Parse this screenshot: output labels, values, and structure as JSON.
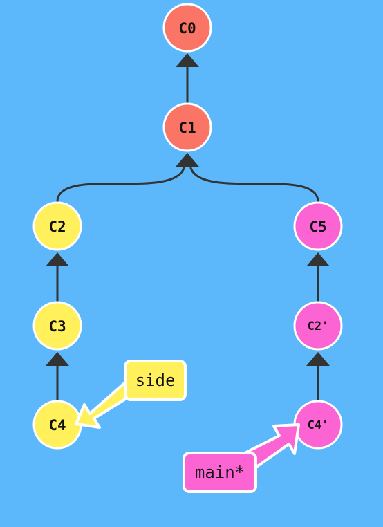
{
  "colors": {
    "background": "#5cb8fb",
    "edge": "#333333",
    "outline": "#ffffff",
    "root_commit": "#fa7566",
    "side_branch": "#fff05c",
    "main_branch": "#fc64d4"
  },
  "commits": [
    {
      "id": "C0",
      "color": "#fa7566"
    },
    {
      "id": "C1",
      "color": "#fa7566"
    },
    {
      "id": "C2",
      "color": "#fff05c"
    },
    {
      "id": "C3",
      "color": "#fff05c"
    },
    {
      "id": "C4",
      "color": "#fff05c"
    },
    {
      "id": "C5",
      "color": "#fc64d4"
    },
    {
      "id": "C2'",
      "color": "#fc64d4"
    },
    {
      "id": "C4'",
      "color": "#fc64d4"
    }
  ],
  "edges": [
    {
      "from": "C1",
      "to": "C0"
    },
    {
      "from": "C2",
      "to": "C1"
    },
    {
      "from": "C5",
      "to": "C1"
    },
    {
      "from": "C3",
      "to": "C2"
    },
    {
      "from": "C4",
      "to": "C3"
    },
    {
      "from": "C2'",
      "to": "C5"
    },
    {
      "from": "C4'",
      "to": "C2'"
    }
  ],
  "branches": [
    {
      "name": "side",
      "target": "C4",
      "color": "#fff05c"
    },
    {
      "name": "main*",
      "target": "C4'",
      "color": "#fc64d4"
    }
  ]
}
